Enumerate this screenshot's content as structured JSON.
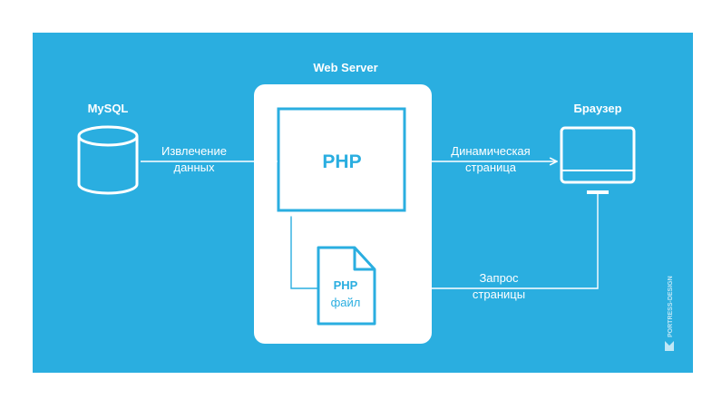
{
  "colors": {
    "background": "#2aaee0",
    "foreground": "#ffffff",
    "accent": "#2aaee0"
  },
  "nodes": {
    "web_server": {
      "title": "Web Server"
    },
    "mysql": {
      "title": "MySQL",
      "icon": "database-icon"
    },
    "browser": {
      "title": "Браузер",
      "icon": "monitor-icon"
    },
    "php": {
      "title": "PHP"
    },
    "php_file": {
      "line1": "PHP",
      "line2": "файл",
      "icon": "file-icon"
    }
  },
  "edges": {
    "extract": {
      "line1": "Извлечение",
      "line2": "данных"
    },
    "dynamic_page": {
      "line1": "Динамическая",
      "line2": "страница"
    },
    "request": {
      "line1": "Запрос",
      "line2": "страницы"
    }
  },
  "watermark": {
    "text": "PORTRESS-DESIGN",
    "icon": "fortress-logo-icon"
  }
}
